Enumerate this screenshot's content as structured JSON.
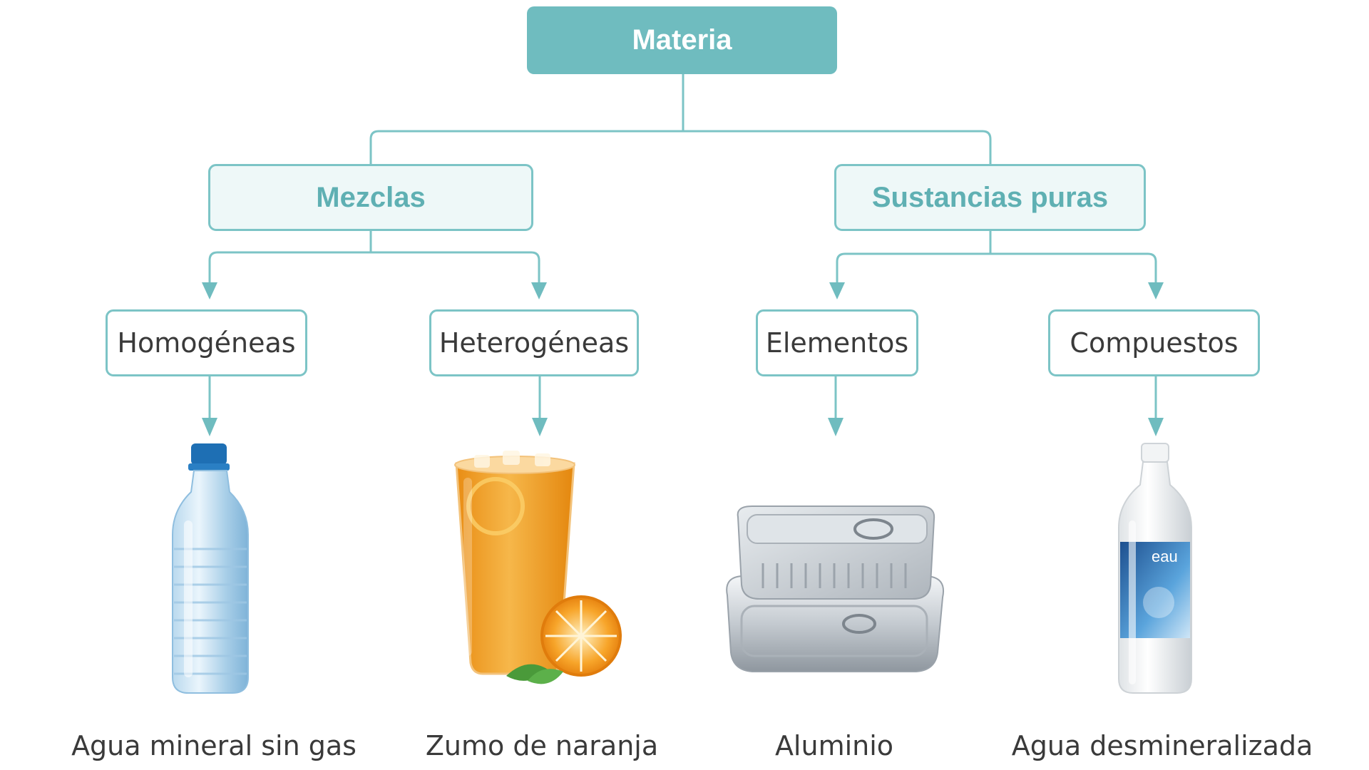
{
  "diagram": {
    "root": {
      "label": "Materia"
    },
    "categories": [
      {
        "label": "Mezclas"
      },
      {
        "label": "Sustancias puras"
      }
    ],
    "subcategories": [
      {
        "label": "Homogéneas"
      },
      {
        "label": "Heterogéneas"
      },
      {
        "label": "Elementos"
      },
      {
        "label": "Compuestos"
      }
    ],
    "examples": [
      {
        "caption": "Agua mineral sin gas",
        "icon": "water-bottle-icon"
      },
      {
        "caption": "Zumo de naranja",
        "icon": "orange-juice-icon"
      },
      {
        "caption": "Aluminio",
        "icon": "aluminum-can-icon"
      },
      {
        "caption": "Agua desmineralizada",
        "icon": "white-bottle-icon"
      }
    ]
  },
  "colors": {
    "accent": "#6fbcbf",
    "line": "#7cc4c6",
    "category_text": "#5fb0b3",
    "category_fill": "#eef8f8",
    "text": "#3a3a3a"
  }
}
